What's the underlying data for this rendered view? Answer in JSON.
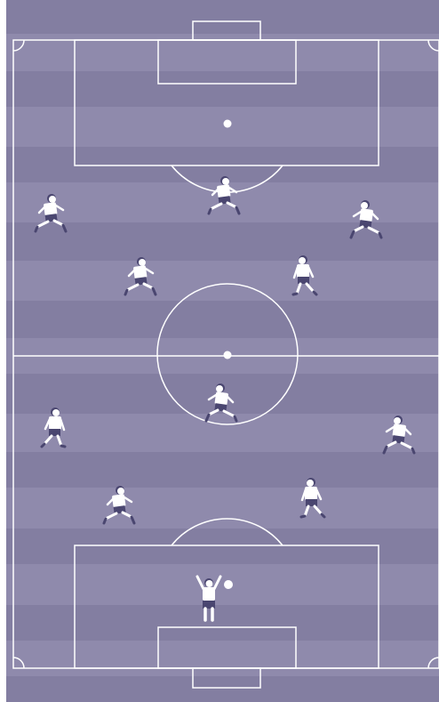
{
  "scene": {
    "description_hidden": false,
    "palette": {
      "stripe_light": "#8f8aac",
      "stripe_dark": "#837ea1",
      "line": "#ffffff",
      "shirt": "#ffffff",
      "shorts": "#4a4670",
      "skin": "#ffffff",
      "hair": "#4a4670"
    }
  },
  "players": [
    {
      "role": "defender-left-top",
      "pose": "run-right",
      "icon": "player-icon"
    },
    {
      "role": "forward-center-top",
      "pose": "run-right",
      "icon": "player-icon"
    },
    {
      "role": "defender-right-top",
      "pose": "run-left",
      "icon": "player-icon"
    },
    {
      "role": "mid-left-top",
      "pose": "run-right",
      "icon": "player-icon"
    },
    {
      "role": "mid-right-top",
      "pose": "stand-left",
      "icon": "player-icon"
    },
    {
      "role": "center-bottom",
      "pose": "run-left",
      "icon": "player-icon"
    },
    {
      "role": "wing-left-bottom",
      "pose": "stand-right",
      "icon": "player-icon"
    },
    {
      "role": "wing-right-bottom",
      "pose": "run-left",
      "icon": "player-icon"
    },
    {
      "role": "mid-left-bottom",
      "pose": "run-right",
      "icon": "player-icon"
    },
    {
      "role": "mid-right-bottom",
      "pose": "stand-left",
      "icon": "player-icon"
    },
    {
      "role": "goalkeeper",
      "pose": "arms-up",
      "icon": "goalkeeper-icon"
    }
  ],
  "ball": {
    "icon": "ball-icon"
  }
}
